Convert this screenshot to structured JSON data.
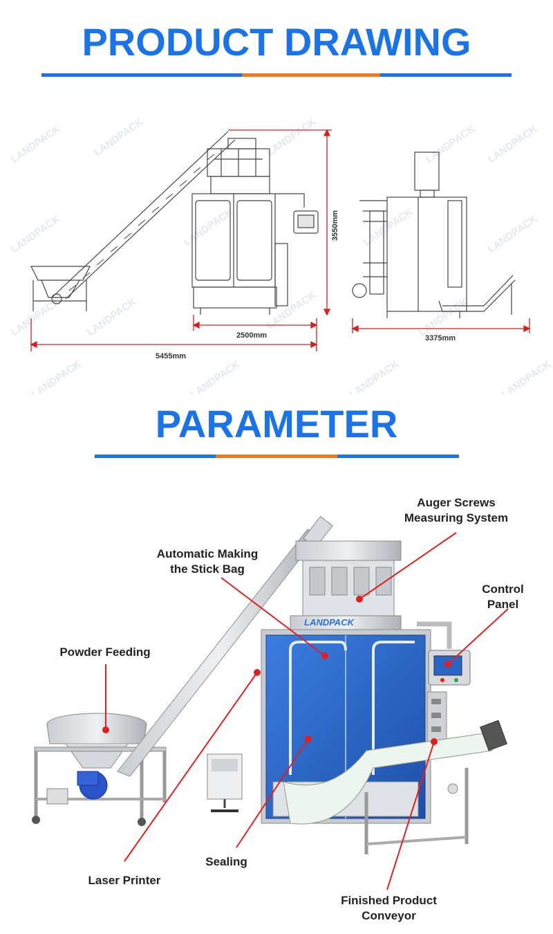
{
  "drawing_section": {
    "title": "PRODUCT DRAWING",
    "dimensions": {
      "total_length": "5455mm",
      "machine_width": "2500mm",
      "height": "3550mm",
      "side_length": "3375mm"
    },
    "watermark": "LANDPACK"
  },
  "parameter_section": {
    "title": "PARAMETER",
    "brand_on_machine": "LANDPACK",
    "callouts": {
      "auger": [
        "Auger Screws",
        "Measuring System"
      ],
      "stick_bag": [
        "Automatic Making",
        "the Stick Bag"
      ],
      "control_panel": [
        "Control",
        "Panel"
      ],
      "powder_feeding": "Powder Feeding",
      "laser_printer": "Laser Printer",
      "sealing": "Sealing",
      "conveyor": [
        "Finished Product",
        "Conveyor"
      ]
    }
  },
  "colors": {
    "title_blue": "#1a73e8",
    "accent_orange": "#f07a1a",
    "callout_red": "#e02020",
    "machine_blue": "#2f6fd6"
  }
}
